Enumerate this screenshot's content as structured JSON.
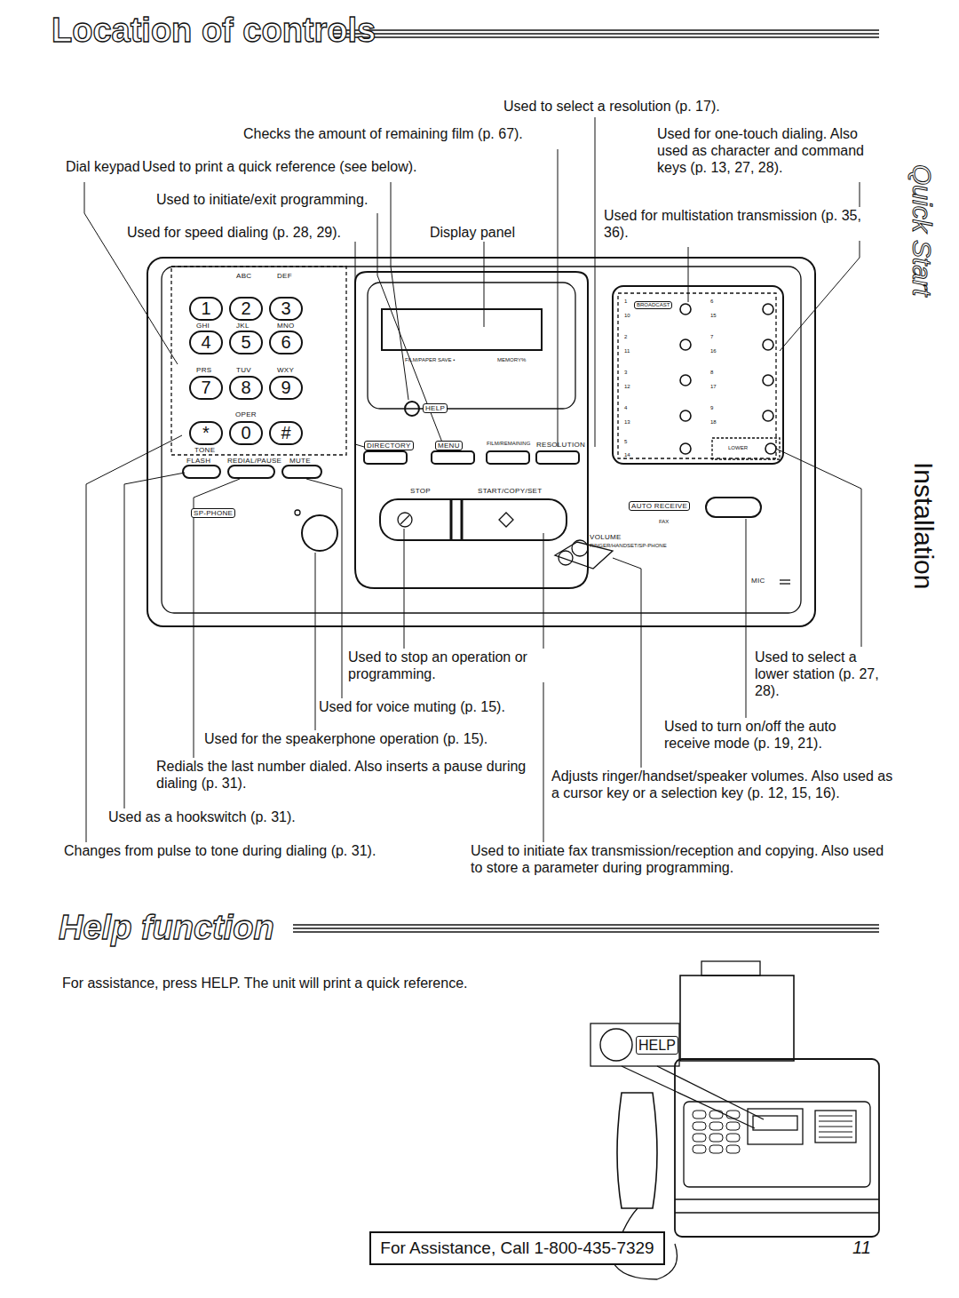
{
  "diagram": {
    "title": "Location of controls",
    "nodes": [
      {
        "text": [
          "1"
        ]
      },
      {
        "text": [
          "2"
        ]
      },
      {
        "text": [
          "3"
        ]
      },
      {
        "text": [
          "4"
        ]
      },
      {
        "text": [
          "5"
        ]
      },
      {
        "text": [
          "6"
        ]
      },
      {
        "text": [
          "7"
        ]
      },
      {
        "text": [
          "8"
        ]
      },
      {
        "text": [
          "9"
        ]
      },
      {
        "text": [
          "*"
        ]
      },
      {
        "text": [
          "0"
        ]
      },
      {
        "text": [
          "#"
        ]
      },
      {
        "text": [
          "For Assistance, Call 1-800-435-7329"
        ]
      }
    ],
    "labels": [
      "Quick Start",
      "Installation",
      "Used to select a resolution (p. 17).",
      "Checks the amount of remaining film (p. 67).",
      "Used for one-touch dialing. Also used as character and command keys (p. 13, 27, 28).",
      "Dial keypad",
      "Used to print a quick reference (see below).",
      "Used to initiate/exit programming.",
      "Used for multistation transmission (p. 35, 36).",
      "Used for speed dialing (p. 28, 29).",
      "Display panel",
      "ABC",
      "DEF",
      "GHI",
      "JKL",
      "MNO",
      "PRS",
      "TUV",
      "WXY",
      "OPER",
      "TONE",
      "FLASH",
      "REDIAL/PAUSE",
      "MUTE",
      "SP-PHONE",
      "FILM/PAPER SAVE •",
      "MEMORY%",
      "HELP",
      "DIRECTORY",
      "MENU",
      "FILM/REMAINING",
      "RESOLUTION",
      "STOP",
      "START/COPY/SET",
      "BROADCAST",
      "1",
      "2",
      "3",
      "4",
      "5",
      "10",
      "11",
      "12",
      "13",
      "14",
      "6",
      "7",
      "8",
      "9",
      "15",
      "16",
      "17",
      "18",
      "LOWER",
      "AUTO RECEIVE",
      "FAX",
      "VOLUME",
      "RINGER/HANDSET/SP-PHONE",
      "MIC",
      "Used to stop an operation or programming.",
      "Used for voice muting (p. 15).",
      "Used for the speakerphone operation (p. 15).",
      "Redials the last number dialed. Also inserts a pause during dialing (p. 31).",
      "Used as a hookswitch (p. 31).",
      "Changes from pulse to tone during dialing (p. 31).",
      "Used to select a lower station (p. 27, 28).",
      "Used to turn on/off the auto receive mode (p. 19, 21).",
      "Adjusts ringer/handset/speaker volumes. Also used as a cursor key or a selection key (p. 12, 15, 16).",
      "Used to initiate fax transmission/reception and copying. Also used to store a parameter during programming.",
      "Help function",
      "For assistance, press HELP. The unit will print a quick reference.",
      "HELP",
      "11"
    ]
  }
}
